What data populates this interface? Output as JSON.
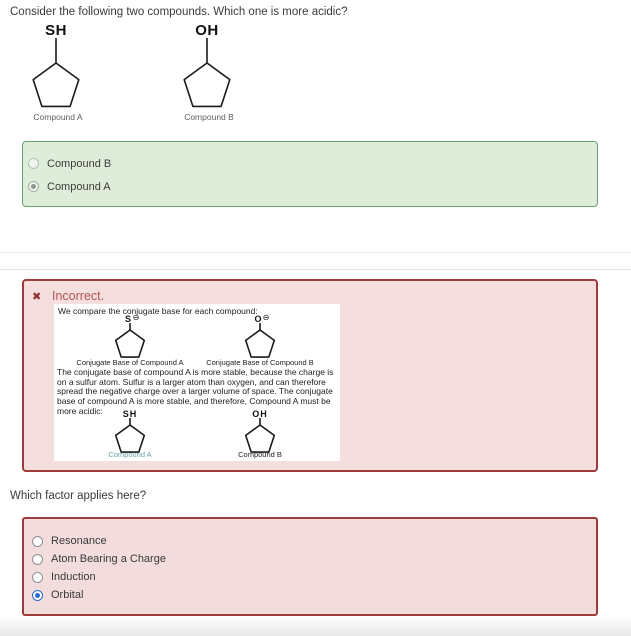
{
  "question": {
    "prompt": "Consider the following two compounds. Which one is more acidic?",
    "followup_prompt": "Which factor applies here?"
  },
  "compounds": {
    "a": {
      "group": "SH",
      "label": "Compound A"
    },
    "b": {
      "group": "OH",
      "label": "Compound B"
    }
  },
  "answer_box": {
    "options": [
      {
        "label": "Compound B",
        "selected": false
      },
      {
        "label": "Compound A",
        "selected": true
      }
    ]
  },
  "feedback": {
    "icon_glyph": "✖",
    "status": "Incorrect.",
    "intro": "We compare the conjugate base for each compound:",
    "conjugates": {
      "a": {
        "atom": "S",
        "charge": "⊖",
        "label": "Conjugate Base of Compound A"
      },
      "b": {
        "atom": "O",
        "charge": "⊖",
        "label": "Conjugate Base of Compound B"
      }
    },
    "body": "The conjugate base of compound A is more stable, because the charge is on a sulfur atom.  Sulfur is a larger atom than oxygen, and can therefore spread the negative charge over a larger volume of space.  The conjugate base of compound A is more stable, and therefore, Compound A must be more acidic:",
    "result": {
      "a": {
        "group": "SH",
        "label": "Compound A"
      },
      "b": {
        "group": "OH",
        "label": "Compound B"
      }
    }
  },
  "factor_box": {
    "options": [
      {
        "label": "Resonance",
        "selected": false
      },
      {
        "label": "Atom Bearing a Charge",
        "selected": false
      },
      {
        "label": "Induction",
        "selected": false
      },
      {
        "label": "Orbital",
        "selected": true
      }
    ]
  },
  "colors": {
    "answer_box_bg": "#deedd9",
    "answer_box_border": "#68a371",
    "feedback_bg": "#f5dede",
    "feedback_border": "#9c3c3c",
    "feedback_status_text": "#b25555",
    "radio_selected_blue": "#2b6bd3",
    "compound_a_caption_highlight": "#6fa3a3"
  }
}
